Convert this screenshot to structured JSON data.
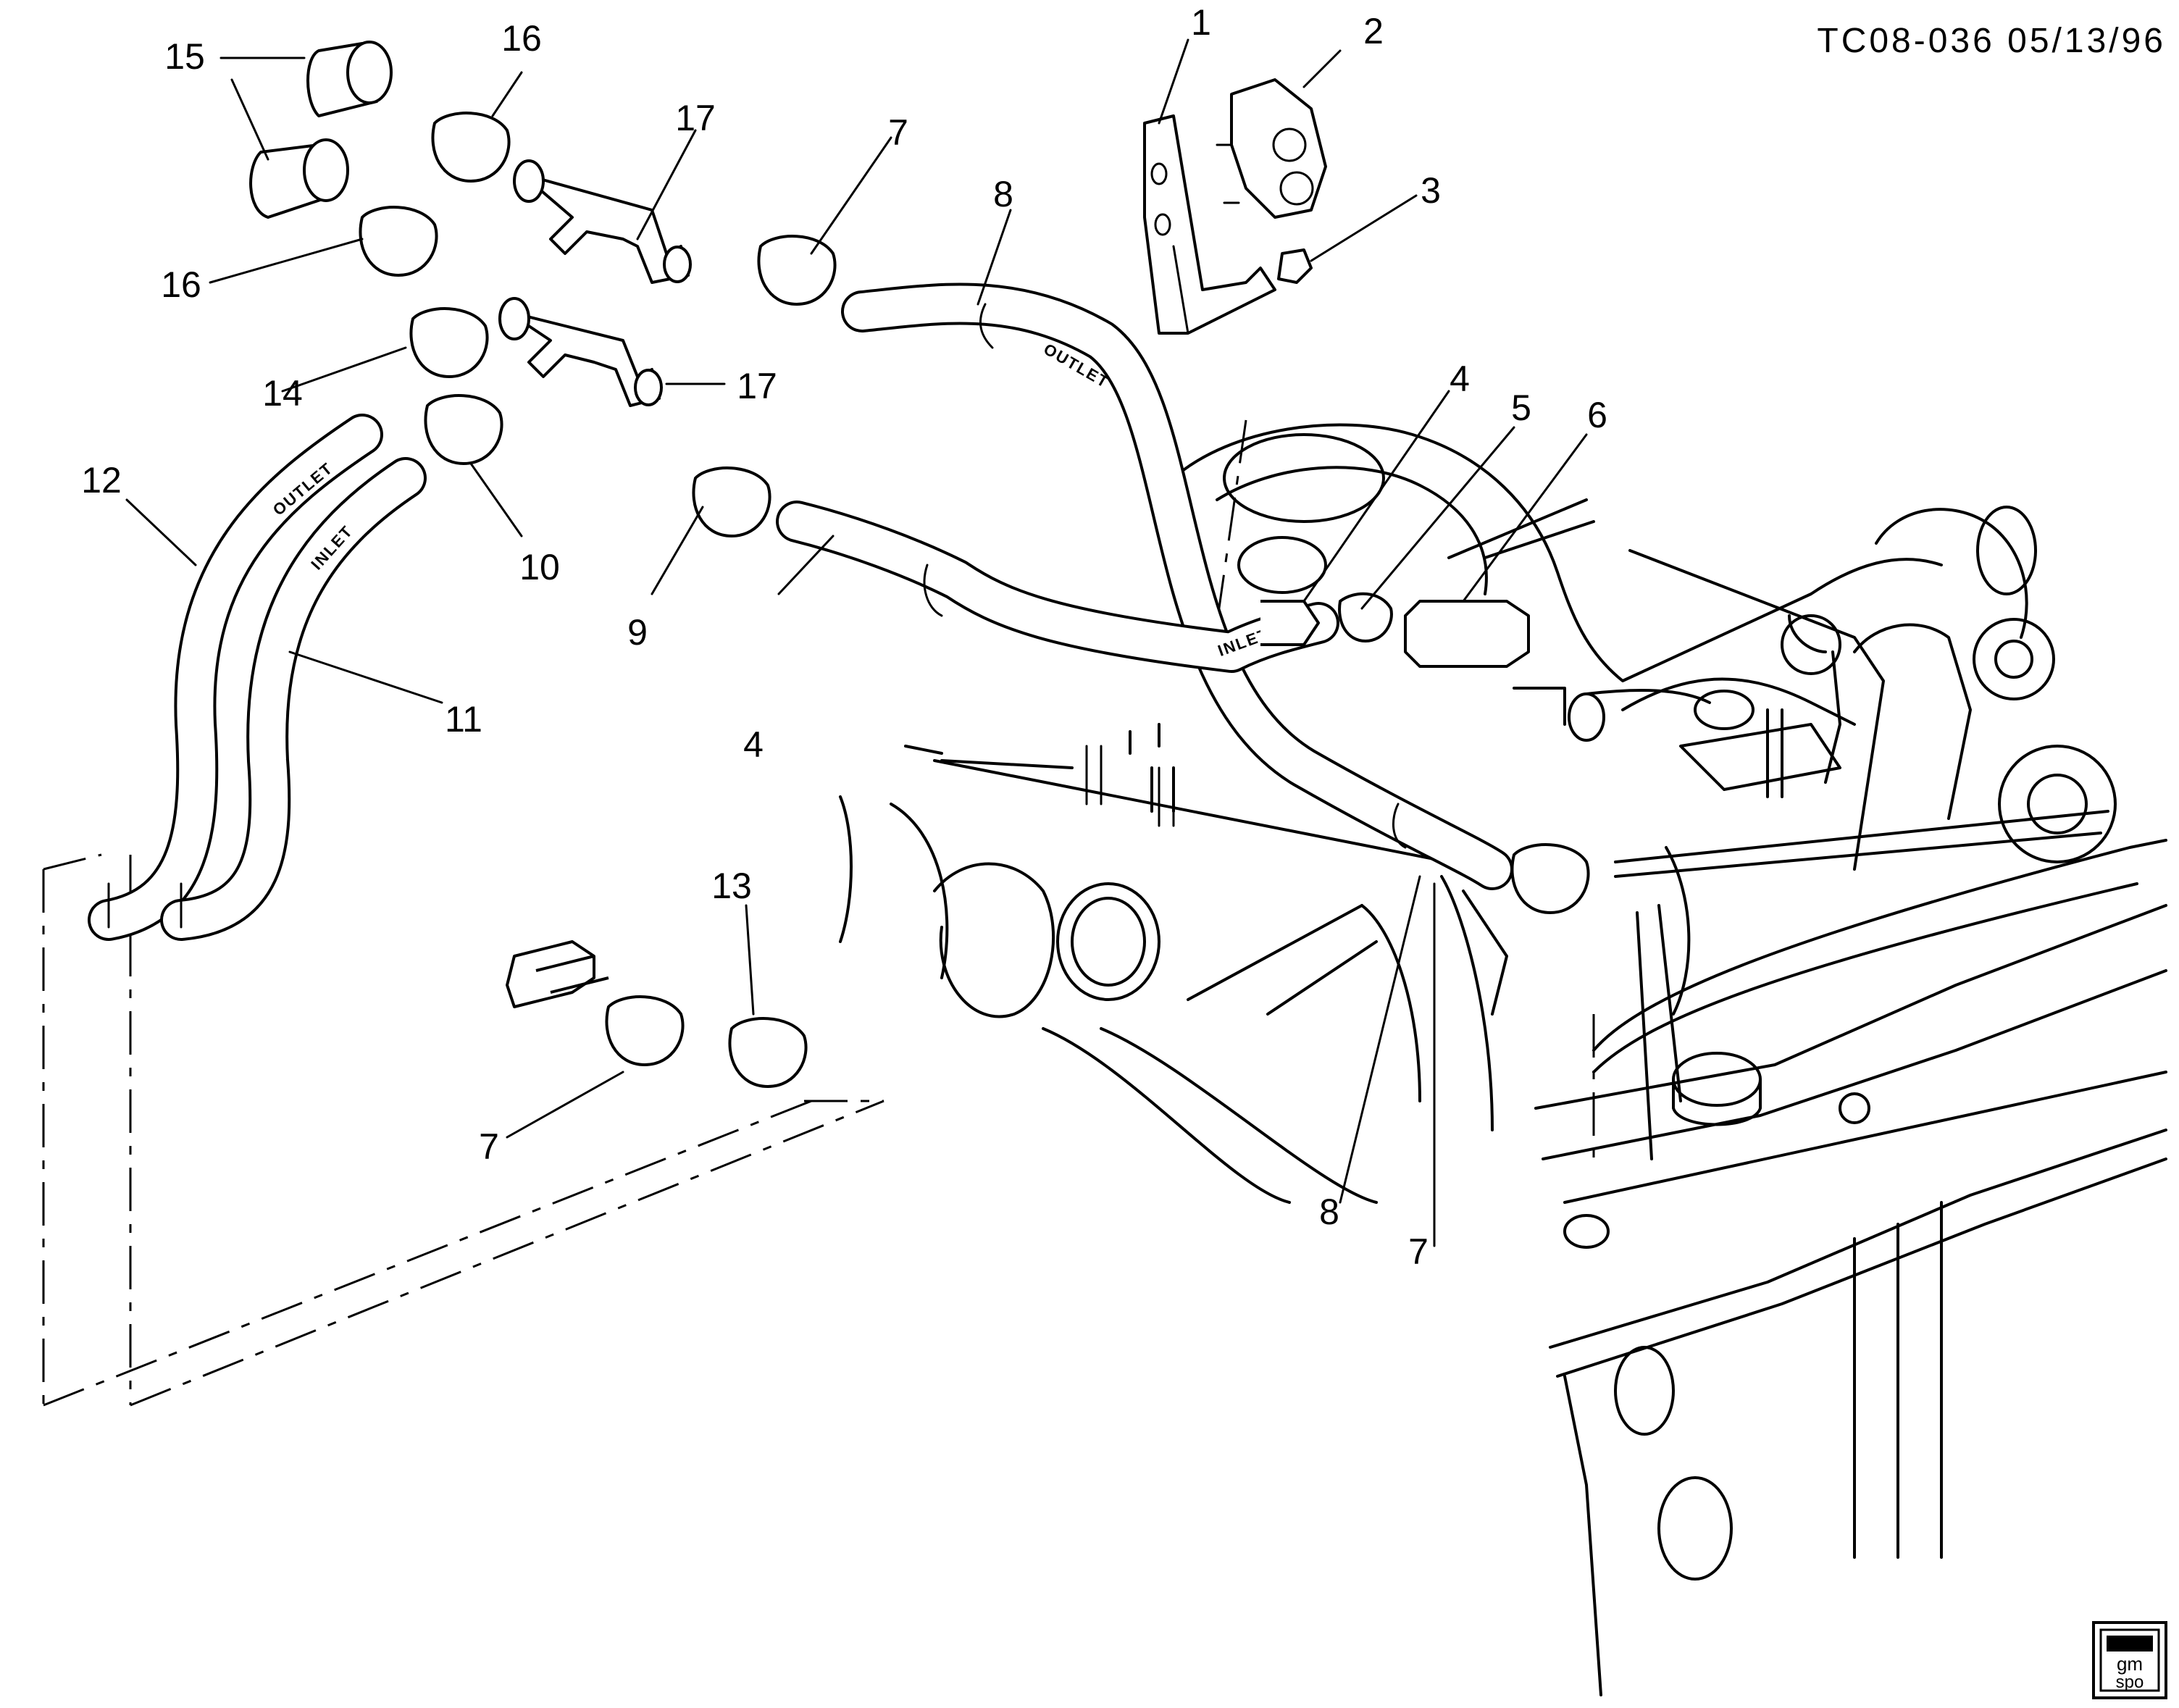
{
  "header": {
    "code": "TC08-036 05/13/96"
  },
  "logo": {
    "line1": "gm",
    "line2": "spo"
  },
  "hose_labels": {
    "outlet": "OUTLET",
    "inlet": "INLET"
  },
  "callouts": [
    {
      "id": "c1",
      "label": "1"
    },
    {
      "id": "c2",
      "label": "2"
    },
    {
      "id": "c3",
      "label": "3"
    },
    {
      "id": "c4a",
      "label": "4"
    },
    {
      "id": "c4b",
      "label": "4"
    },
    {
      "id": "c5",
      "label": "5"
    },
    {
      "id": "c6",
      "label": "6"
    },
    {
      "id": "c7a",
      "label": "7"
    },
    {
      "id": "c7b",
      "label": "7"
    },
    {
      "id": "c7c",
      "label": "7"
    },
    {
      "id": "c8a",
      "label": "8"
    },
    {
      "id": "c8b",
      "label": "8"
    },
    {
      "id": "c9",
      "label": "9"
    },
    {
      "id": "c10",
      "label": "10"
    },
    {
      "id": "c11",
      "label": "11"
    },
    {
      "id": "c12",
      "label": "12"
    },
    {
      "id": "c13",
      "label": "13"
    },
    {
      "id": "c14",
      "label": "14"
    },
    {
      "id": "c15",
      "label": "15"
    },
    {
      "id": "c16a",
      "label": "16"
    },
    {
      "id": "c16b",
      "label": "16"
    },
    {
      "id": "c17a",
      "label": "17"
    },
    {
      "id": "c17b",
      "label": "17"
    }
  ]
}
